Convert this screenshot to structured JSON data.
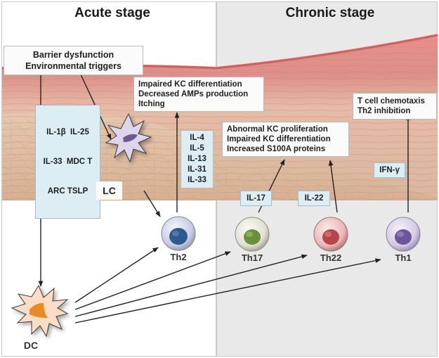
{
  "stages": {
    "acute": {
      "title": "Acute stage"
    },
    "chronic": {
      "title": "Chronic stage"
    }
  },
  "boxes": {
    "barrier": {
      "lines": [
        "Barrier dysfunction",
        "Environmental triggers"
      ]
    },
    "acute_cytokines": {
      "lines": [
        "IL-1β  IL-25",
        "IL-33  MDC T",
        "ARC TSLP"
      ]
    },
    "th2_effects": {
      "lines": [
        "Impaired KC differentiation",
        "Decreased AMPs production",
        "Itching"
      ]
    },
    "th2_cytokines": {
      "lines": [
        "IL-4",
        "IL-5",
        "IL-13",
        "IL-31",
        "IL-33"
      ]
    },
    "chronic_effects": {
      "lines": [
        "Abnormal KC proliferation",
        "Impaired KC differentiation",
        "Increased S100A proteins"
      ]
    },
    "th1_effects": {
      "lines": [
        "T cell chemotaxis",
        "Th2 inhibition"
      ]
    },
    "il17": {
      "text": "IL-17"
    },
    "il22": {
      "text": "IL-22"
    },
    "ifng": {
      "text": "IFN-γ"
    }
  },
  "cells": {
    "lc": {
      "label": "LC",
      "color": "#ddd5ea",
      "nucleus": "#6e5a92"
    },
    "dc": {
      "label": "DC",
      "color": "#fbdcc4",
      "nucleus": "#e98a28"
    },
    "th2": {
      "label": "Th2",
      "color": "#d8dcee",
      "nucleus": "#2e5b8f"
    },
    "th17": {
      "label": "Th17",
      "color": "#eeeee2",
      "nucleus": "#6c8f3a"
    },
    "th22": {
      "label": "Th22",
      "color": "#f2cfcf",
      "nucleus": "#b5464b"
    },
    "th1": {
      "label": "Th1",
      "color": "#ddd6e9",
      "nucleus": "#6a5698"
    }
  },
  "colors": {
    "skin_top": "#e79a96",
    "skin_mid": "#d98a84",
    "skin_base": "#e9c7ab",
    "chronic_bg": "#e9e9e9",
    "arrow": "#222222"
  }
}
